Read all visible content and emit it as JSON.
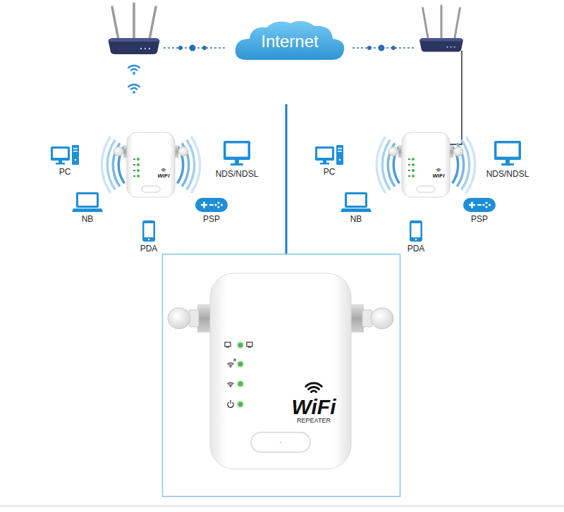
{
  "diagram": {
    "nodes": [
      {
        "text": [
          "Internet"
        ]
      },
      {
        "text": [
          "WiFi"
        ]
      },
      {
        "text": [
          "WiFi"
        ]
      },
      {
        "text": [
          "WiFi",
          "REPEATER"
        ]
      }
    ],
    "labels": [
      "PC",
      "NDS/NDSL",
      "NB",
      "PSP",
      "PDA",
      "PC",
      "NDS/NDSL",
      "NB",
      "PSP",
      "PDA"
    ]
  }
}
